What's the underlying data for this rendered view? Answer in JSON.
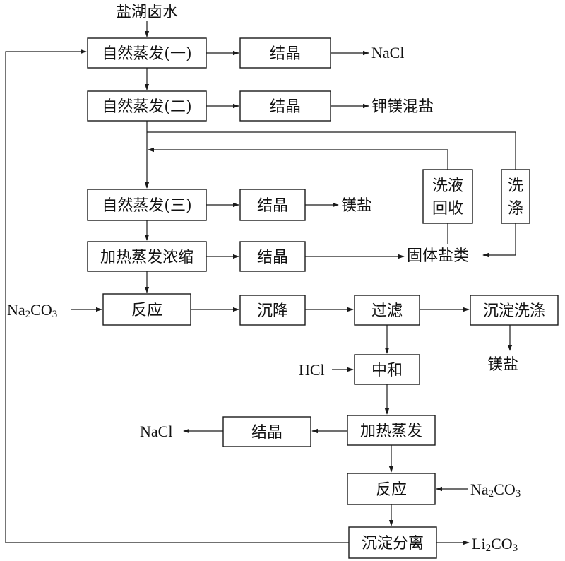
{
  "source": {
    "brine": "盐湖卤水"
  },
  "steps": {
    "evap1": "自然蒸发(一)",
    "evap2": "自然蒸发(二)",
    "evap3": "自然蒸发(三)",
    "concentrate": "加热蒸发浓缩",
    "cryst1": "结晶",
    "cryst2": "结晶",
    "cryst3": "结晶",
    "cryst4": "结晶",
    "react1": "反应",
    "settle": "沉降",
    "filter": "过滤",
    "wash_precip": "沉淀洗涤",
    "neutralize": "中和",
    "heat_evap": "加热蒸发",
    "cryst5": "结晶",
    "react2": "反应",
    "separate": "沉淀分离",
    "recover_line1": "洗液",
    "recover_line2": "回收",
    "wash_line1": "洗",
    "wash_line2": "涤"
  },
  "products": {
    "nacl1": "NaCl",
    "k_mg_salt": "钾镁混盐",
    "mg_salt1": "镁盐",
    "solid_salts": "固体盐类",
    "mg_salt2": "镁盐",
    "nacl2": "NaCl"
  },
  "reagents": {
    "na2co3_a": {
      "main": "Na",
      "sub": "2",
      "rest": "CO",
      "sub2": "3"
    },
    "hcl": "HCl",
    "na2co3_b": {
      "main": "Na",
      "sub": "2",
      "rest": "CO",
      "sub2": "3"
    },
    "li2co3": {
      "main": "Li",
      "sub": "2",
      "rest": "CO",
      "sub2": "3"
    }
  }
}
